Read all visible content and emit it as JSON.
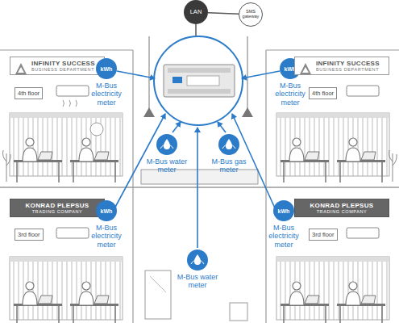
{
  "diagram": {
    "nodes": [
      {
        "text": [
          "LAN"
        ]
      },
      {
        "text": [
          "SMS gateway"
        ]
      },
      {
        "text": [
          "INFINITY SUCCESS",
          "BUSINESS DEPARTMENT"
        ]
      },
      {
        "text": [
          "4th floor"
        ]
      },
      {
        "text": [
          "kWh",
          "M-Bus electricity meter"
        ]
      },
      {
        "text": [
          "kWh",
          "M-Bus electricity meter"
        ]
      },
      {
        "text": [
          "INFINITY SUCCESS",
          "BUSINESS DEPARTMENT"
        ]
      },
      {
        "text": [
          "4th floor"
        ]
      },
      {
        "text": [
          "M-Bus water meter"
        ]
      },
      {
        "text": [
          "M-Bus gas meter"
        ]
      },
      {
        "text": [
          "KONRAD PLEPSUS",
          "TRADING COMPANY"
        ]
      },
      {
        "text": [
          "3rd floor"
        ]
      },
      {
        "text": [
          "kWh",
          "M-Bus electricity meter"
        ]
      },
      {
        "text": [
          "kWh",
          "M-Bus electricity meter"
        ]
      },
      {
        "text": [
          "KONRAD PLEPSUS",
          "TRADING COMPANY"
        ]
      },
      {
        "text": [
          "3rd floor"
        ]
      },
      {
        "text": [
          "M-Bus water meter"
        ]
      }
    ],
    "edges": [
      {
        "from": 0,
        "to": 1,
        "arrow": "none"
      }
    ]
  }
}
